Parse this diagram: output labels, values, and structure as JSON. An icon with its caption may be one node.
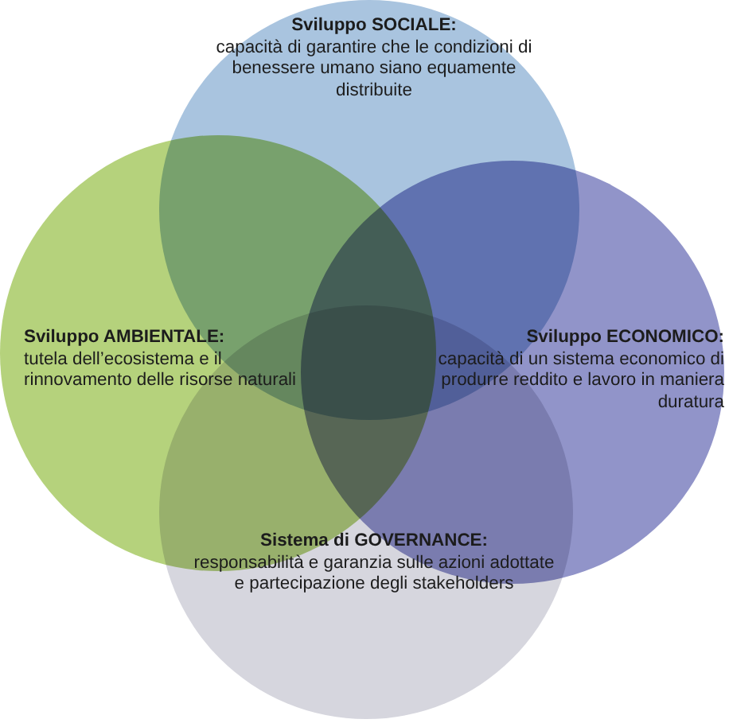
{
  "diagram": {
    "nodes": [
      {
        "text": [
          "Sviluppo SOCIALE:",
          "capacità di garantire che le condizioni di benessere umano siano equamente distribuite"
        ]
      },
      {
        "text": [
          "Sviluppo AMBIENTALE:",
          "tutela dell’ecosistema e il rinnovamento delle risorse naturali"
        ]
      },
      {
        "text": [
          "Sviluppo ECONOMICO:",
          "capacità di un sistema economico di produrre reddito e lavoro in maniera duratura"
        ]
      },
      {
        "text": [
          "Sistema di GOVERNANCE:",
          "responsabilità e garanzia sulle azioni adottate e partecipazione degli stakeholders"
        ]
      }
    ],
    "edges": []
  }
}
